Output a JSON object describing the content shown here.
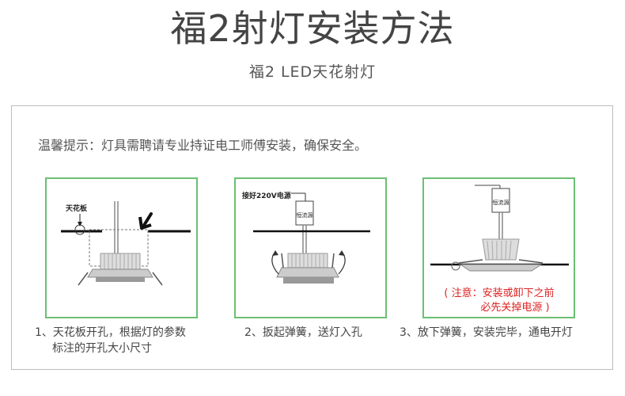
{
  "header": {
    "title": "福2射灯安装方法",
    "subtitle": "福2 LED天花射灯"
  },
  "tip": "温馨提示：灯具需聘请专业持证电工师傅安装，确保安全。",
  "panels": [
    {
      "label": "天花板",
      "caption_line1": "1、天花板开孔，根据灯的参数",
      "caption_line2": "标注的开孔大小尺寸"
    },
    {
      "label": "接好220V电源",
      "driver": "恒流源",
      "caption_line1": "2、扳起弹簧，送灯入孔"
    },
    {
      "driver": "恒流源",
      "warning_line1": "( 注意：安装或卸下之前",
      "warning_line2": "必先关掉电源 )",
      "caption_line1": "3、放下弹簧，安装完毕，通电开灯"
    }
  ],
  "colors": {
    "panel_border": "#6bbf73",
    "warning": "#dd2222"
  }
}
